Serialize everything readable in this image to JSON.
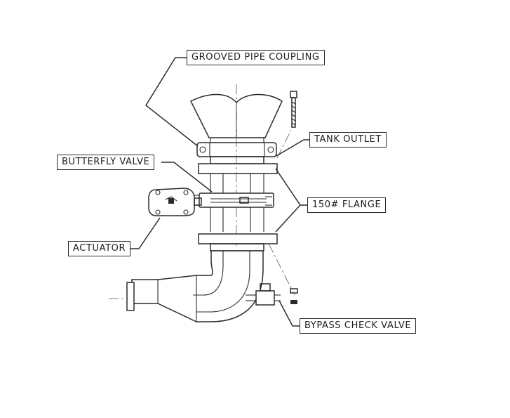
{
  "labels": {
    "coupling": "GROOVED PIPE COUPLING",
    "tank_outlet": "TANK OUTLET",
    "butterfly_valve": "BUTTERFLY VALVE",
    "flange": "150# FLANGE",
    "actuator": "ACTUATOR",
    "bypass_check_valve": "BYPASS CHECK VALVE"
  }
}
